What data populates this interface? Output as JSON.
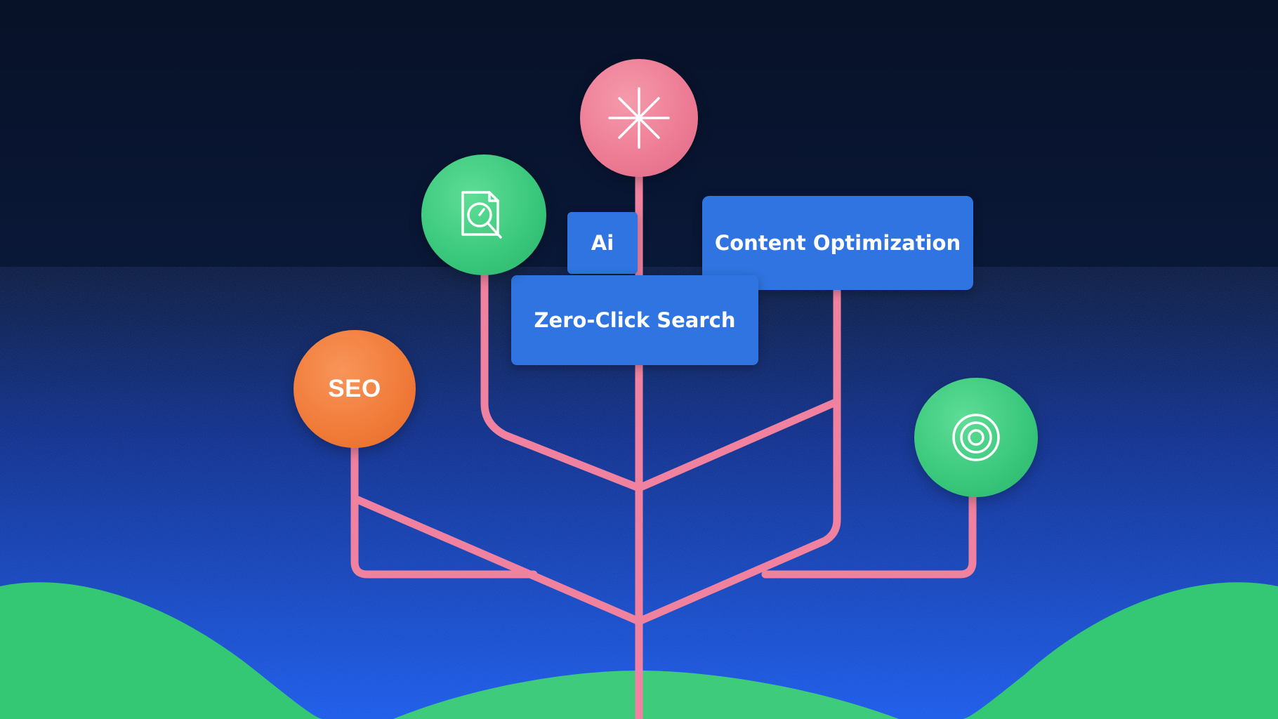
{
  "labels": {
    "ai": "Ai",
    "content_optimization": "Content  Optimization",
    "zero_click_search": "Zero-Click  Search",
    "seo": "SEO"
  },
  "icons": {
    "top": "sparkle-icon",
    "left": "document-search-icon",
    "right": "target-icon"
  },
  "colors": {
    "background_top": "#071127",
    "background_bottom": "#1a5ae8",
    "branch": "#f0829f",
    "node_pink": "#ec7a93",
    "node_green": "#38c77b",
    "node_orange": "#f07a38",
    "tag_blue": "#2f74e0",
    "hill_green": "#34c774"
  }
}
